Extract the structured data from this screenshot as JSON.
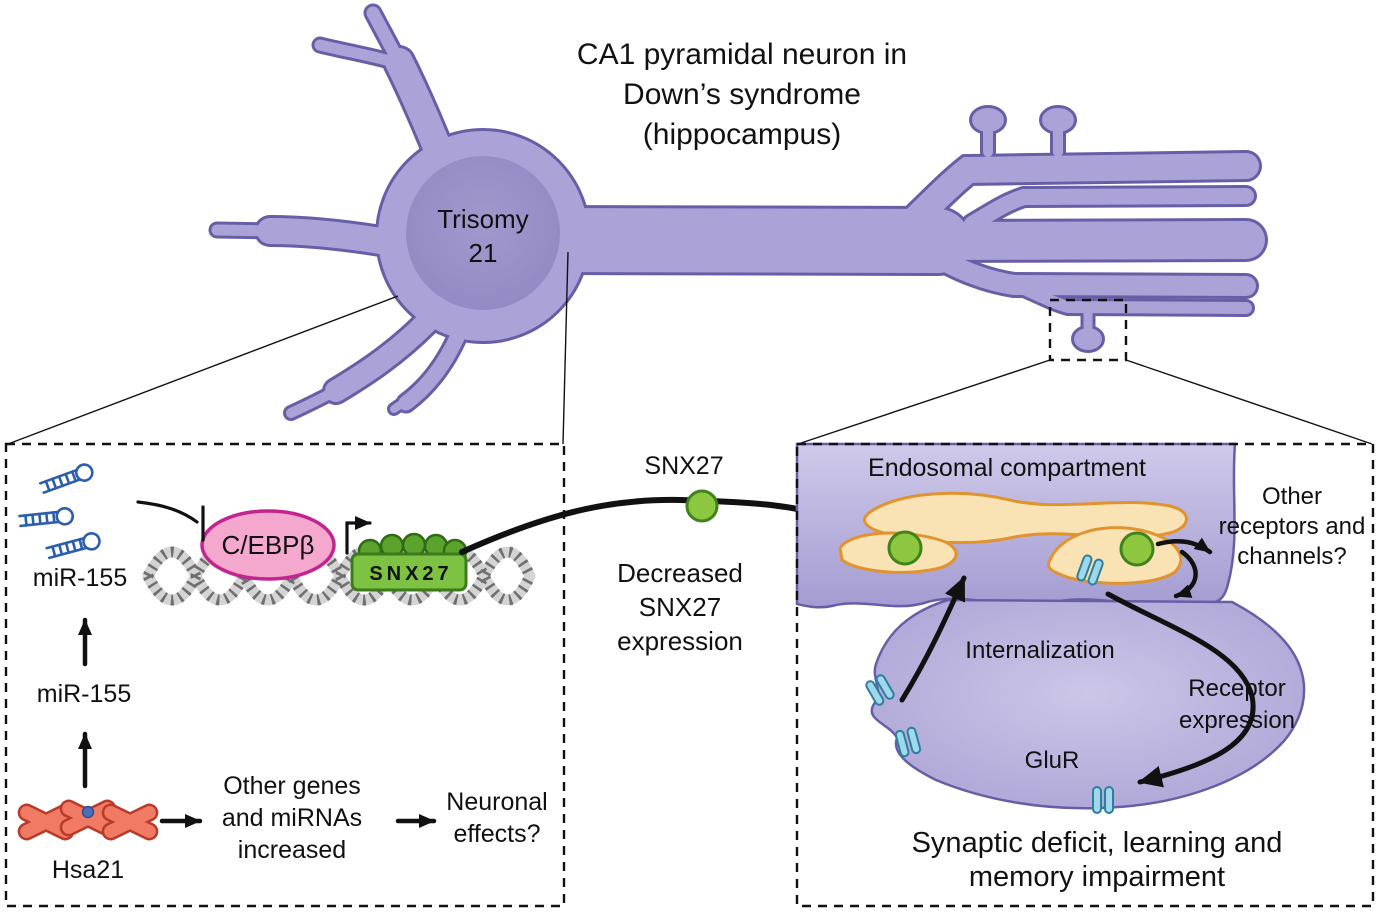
{
  "title": {
    "line1": "CA1 pyramidal neuron in",
    "line2": "Down’s syndrome",
    "line3": "(hippocampus)"
  },
  "neuron": {
    "nucleus_line1": "Trisomy",
    "nucleus_line2": "21"
  },
  "left_panel": {
    "mirna_label": "miR-155",
    "tf_label": "C/EBPβ",
    "gene_label": "SNX27",
    "mirna_gene_label": "miR-155",
    "chromosome_label": "Hsa21",
    "other_genes": [
      "Other genes",
      "and miRNAs",
      "increased"
    ],
    "neuronal_effects": [
      "Neuronal",
      "effects?"
    ]
  },
  "center": {
    "protein_label": "SNX27",
    "decreased": [
      "Decreased",
      "SNX27",
      "expression"
    ]
  },
  "right_panel": {
    "endosome_label": "Endosomal compartment",
    "other_receptors": [
      "Other",
      "receptors and",
      "channels?"
    ],
    "internalization_label": "Internalization",
    "receptor_expression": [
      "Receptor",
      "expression"
    ],
    "glur_label": "GluR",
    "caption": [
      "Synaptic deficit, learning and",
      "memory impairment"
    ]
  },
  "colors": {
    "neuron_fill": "#aba3d8",
    "neuron_outline": "#675fa6",
    "nucleus_fill": "#948bc5",
    "mirna_blue": "#2b5fad",
    "tf_pink_fill": "#f5a8cd",
    "tf_pink_stroke": "#c2258f",
    "gene_green": "#7dc242",
    "vesicle_green": "#8dc63f",
    "chromosome_red": "#f0examples7a64",
    "endosome_fill": "#f9e3b4",
    "endosome_stroke": "#e0932f",
    "channel_blue": "#9fd8ea",
    "synapse_fill": "#b7b0dc",
    "arrow_black": "#111111"
  }
}
